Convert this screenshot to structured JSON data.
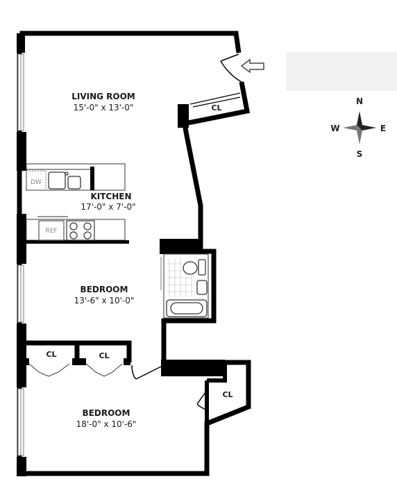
{
  "rooms": {
    "living": {
      "name": "LIVING ROOM",
      "dims": "15'-0\" x 13'-0\""
    },
    "kitchen": {
      "name": "KITCHEN",
      "dims": "17'-0\" x 7'-0\""
    },
    "bedroom1": {
      "name": "BEDROOM",
      "dims": "13'-6\" x 10'-0\""
    },
    "bedroom2": {
      "name": "BEDROOM",
      "dims": "18'-0\" x 10'-6\""
    }
  },
  "closets": {
    "entry": "CL",
    "left": "CL",
    "middle": "CL",
    "bedroom2": "CL"
  },
  "appliances": {
    "dishwasher": "DW",
    "refrigerator": "REF"
  },
  "compass": {
    "north": "N",
    "south": "S",
    "east": "E",
    "west": "W"
  },
  "colors": {
    "wall": "#000000",
    "fixture": "#555555",
    "window": "#777777",
    "grey_box": "#f2f2f2"
  },
  "icons": [
    "entry-arrow-icon",
    "compass-rose-icon",
    "toilet-icon",
    "bathtub-icon",
    "sink-icon",
    "stove-icon"
  ]
}
